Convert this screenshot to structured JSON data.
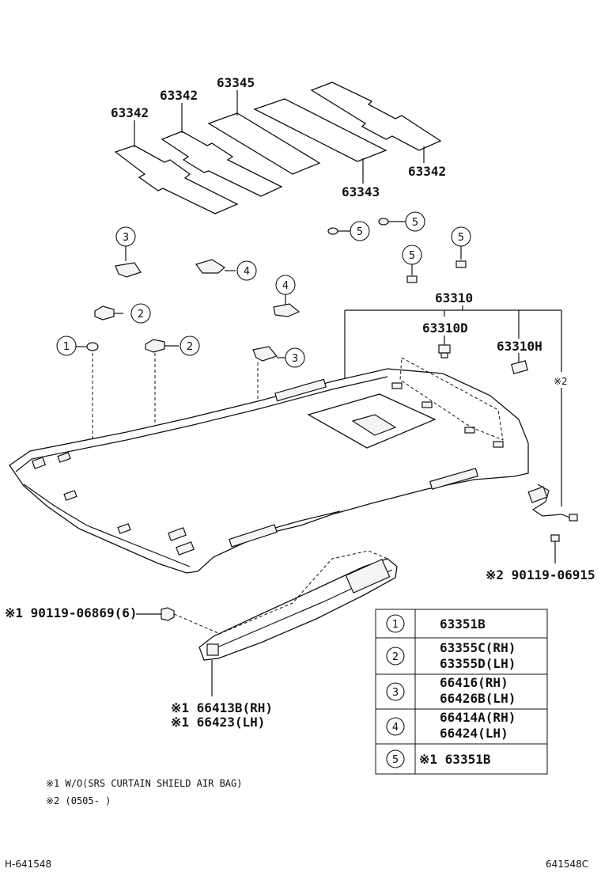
{
  "callouts": {
    "pad_left": "63342",
    "pad_second": "63342",
    "pad_middle": "63345",
    "pad_fourth": "63343",
    "pad_right": "63342",
    "headliner": "63310",
    "headliner_d": "63310D",
    "headliner_h": "63310H",
    "wire_note": "※2",
    "wire_part": "※2 90119-06915",
    "screw": "※1 90119-06869(6)",
    "rail_rh": "※1 66413B(RH)",
    "rail_lh": "※1 66423(LH)"
  },
  "markers": [
    "1",
    "2",
    "2",
    "3",
    "3",
    "4",
    "4",
    "5",
    "5",
    "5",
    "5"
  ],
  "legend": [
    {
      "num": "1",
      "lines": [
        "63351B"
      ]
    },
    {
      "num": "2",
      "lines": [
        "63355C(RH)",
        "63355D(LH)"
      ]
    },
    {
      "num": "3",
      "lines": [
        "66416(RH)",
        "66426B(LH)"
      ]
    },
    {
      "num": "4",
      "lines": [
        "66414A(RH)",
        "66424(LH)"
      ]
    },
    {
      "num": "5",
      "lines": [
        "※1 63351B"
      ]
    }
  ],
  "notes": {
    "note1": "※1 W/O(SRS CURTAIN SHIELD AIR BAG)",
    "note2": "※2 (0505-      )"
  },
  "footer": {
    "left": "H-641548",
    "right": "641548C"
  }
}
